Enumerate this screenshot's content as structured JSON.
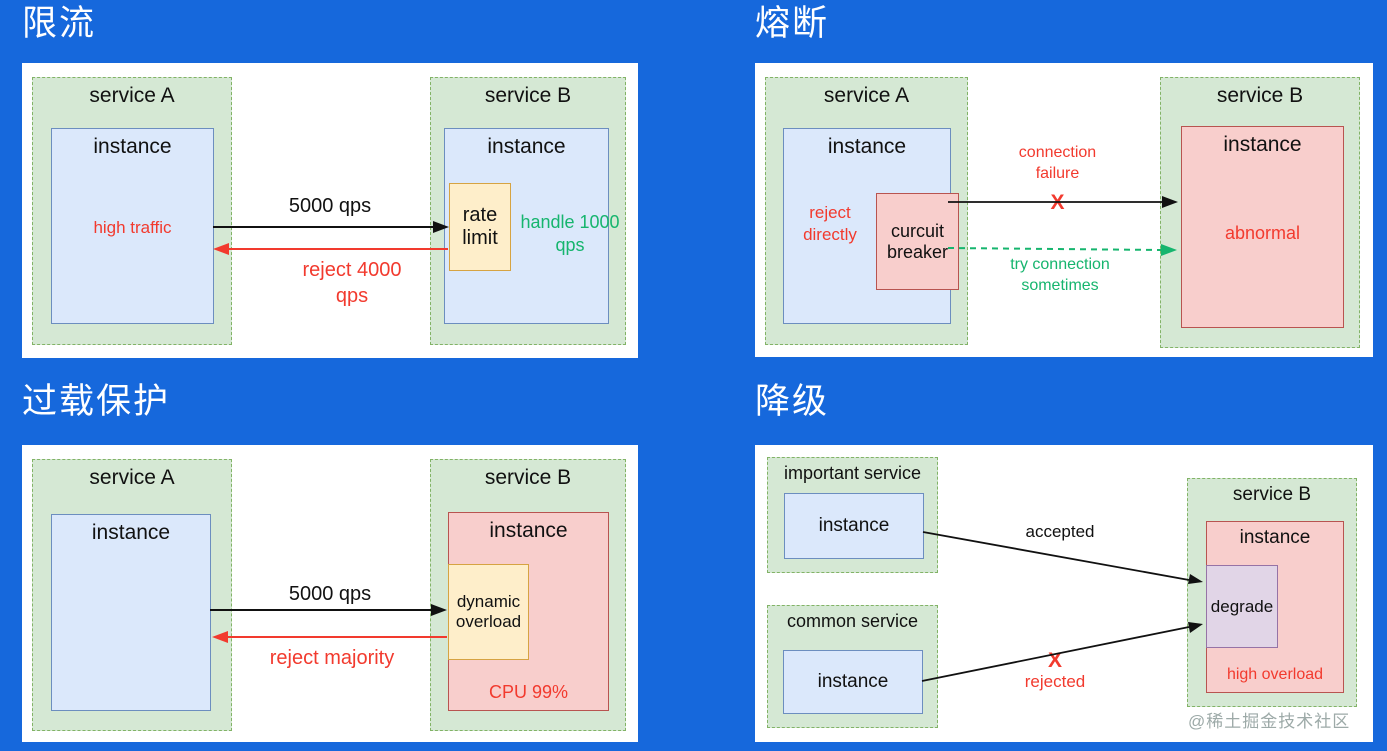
{
  "titles": {
    "rate_limiting": "限流",
    "circuit_breaking": "熔断",
    "overload_protection": "过载保护",
    "degradation": "降级"
  },
  "colors": {
    "background": "#1668dc",
    "panel": "#ffffff",
    "service_fill": "#d5e8d4",
    "service_border": "#82b366",
    "instance_fill": "#dbe8fb",
    "instance_border": "#6c8ebf",
    "alert_fill": "#f8cecc",
    "alert_border": "#b85450",
    "limiter_fill": "#feeeca",
    "limiter_border": "#d6a342",
    "degrade_fill": "#e1d5e7",
    "degrade_border": "#9673a6",
    "red_text": "#f23a2e",
    "green_text": "#16b56e"
  },
  "panels": {
    "rate_limiting": {
      "service_a": {
        "label": "service A",
        "instance": "instance",
        "status": "high traffic"
      },
      "service_b": {
        "label": "service B",
        "instance": "instance",
        "limiter": "rate limit",
        "handle": "handle 1000 qps"
      },
      "arrow_forward": "5000 qps",
      "arrow_back": "reject 4000 qps"
    },
    "circuit_breaking": {
      "service_a": {
        "label": "service A",
        "instance": "instance",
        "reject": "reject directly",
        "breaker": "curcuit breaker"
      },
      "service_b": {
        "label": "service B",
        "instance": "instance",
        "status": "abnormal"
      },
      "failure_label": "connection failure",
      "failure_x": "X",
      "retry_label": "try connection sometimes"
    },
    "overload_protection": {
      "service_a": {
        "label": "service A",
        "instance": "instance"
      },
      "service_b": {
        "label": "service B",
        "instance": "instance",
        "limiter": "dynamic overload",
        "cpu": "CPU 99%"
      },
      "arrow_forward": "5000 qps",
      "arrow_back": "reject majority"
    },
    "degradation": {
      "important_service": {
        "label": "important service",
        "instance": "instance"
      },
      "common_service": {
        "label": "common service",
        "instance": "instance"
      },
      "service_b": {
        "label": "service B",
        "instance": "instance",
        "degrade": "degrade",
        "status": "high overload"
      },
      "accepted_label": "accepted",
      "rejected_label": "rejected",
      "rejected_x": "X"
    }
  },
  "watermark": "@稀土掘金技术社区"
}
